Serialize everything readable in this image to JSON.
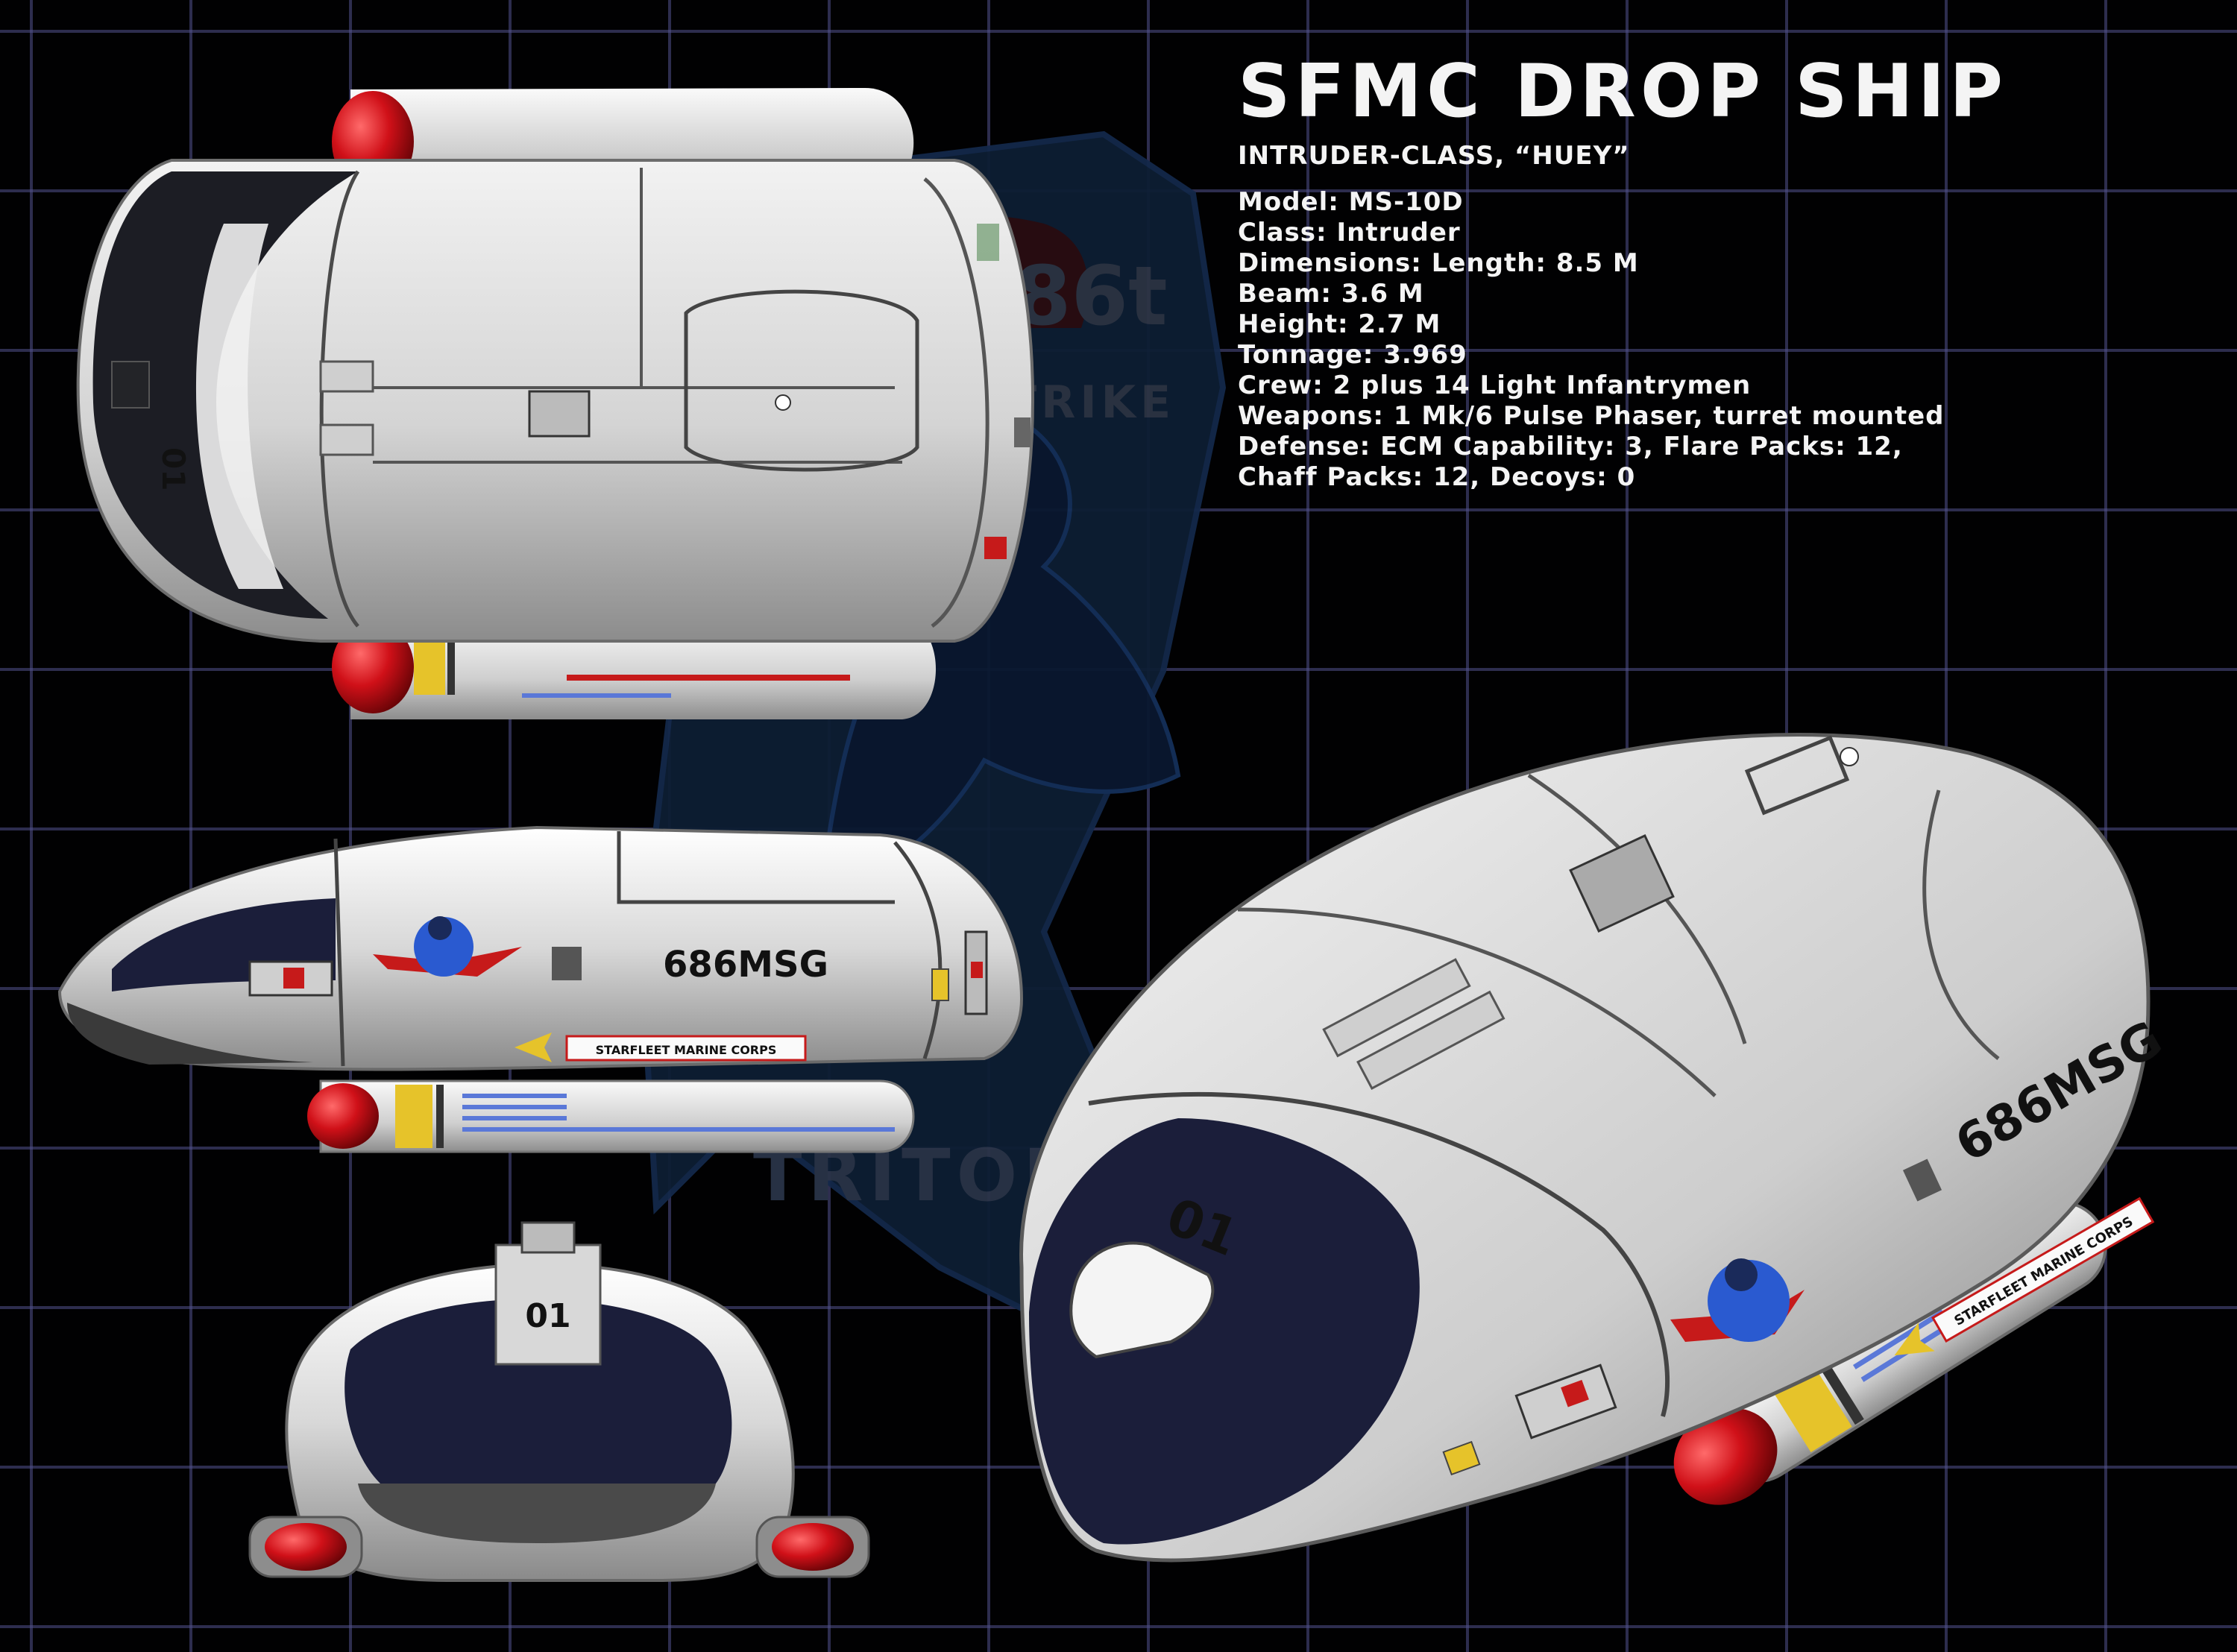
{
  "header": {
    "title": "SFMC DROP SHIP",
    "subtitle": "INTRUDER-CLASS, “HUEY”"
  },
  "specs": [
    "Model: MS-10D",
    "Class: Intruder",
    "Dimensions: Length: 8.5 M",
    "Beam: 3.6 M",
    "Height: 2.7 M",
    "Tonnage: 3.969",
    "Crew: 2 plus 14 Light Infantrymen",
    "Weapons: 1 Mk/6 Pulse Phaser, turret mounted",
    "Defense: ECM Capability: 3, Flare Packs: 12,",
    "Chaff Packs: 12, Decoys: 0"
  ],
  "markings": {
    "hull_number": "01",
    "registry": "686MSG",
    "corps_name": "STARFLEET MARINE CORPS"
  },
  "emblem": {
    "text_top": "86t",
    "text_mid": "STRIKE",
    "text_bottom": "TRITON"
  },
  "colors": {
    "background": "#010102",
    "grid": "#52528c",
    "hull": "#d9d9d9",
    "window": "#1b1e3a",
    "nacelle_cap": "#d01018",
    "stripe_yellow": "#e6c32a",
    "stripe_blue": "#5a78d8",
    "emblem": "#0d1e33"
  }
}
